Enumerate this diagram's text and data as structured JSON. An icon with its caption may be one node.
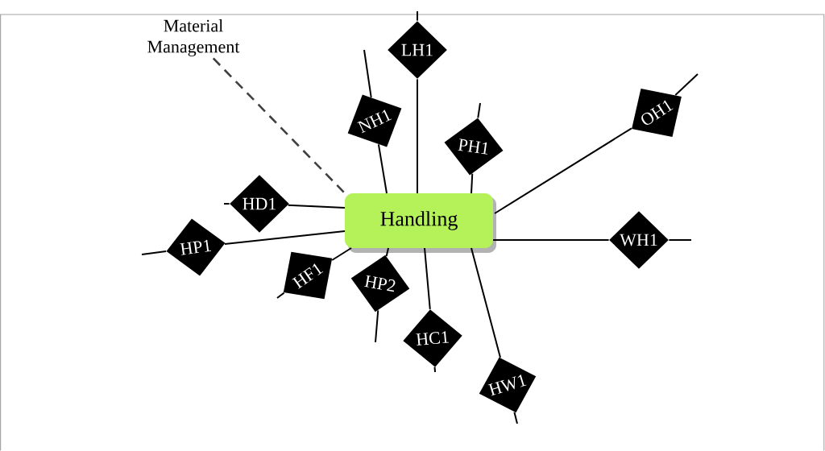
{
  "diagram": {
    "nodes": [
      {
        "text": [
          "Material Management"
        ]
      },
      {
        "text": [
          "LH1"
        ]
      },
      {
        "text": [
          "NH1"
        ]
      },
      {
        "text": [
          "OH1"
        ]
      },
      {
        "text": [
          "PH1"
        ]
      },
      {
        "text": [
          "HD1"
        ]
      },
      {
        "text": [
          "Handling"
        ]
      },
      {
        "text": [
          "WH1"
        ]
      },
      {
        "text": [
          "HP1"
        ]
      },
      {
        "text": [
          "HF1"
        ]
      },
      {
        "text": [
          "HP2"
        ]
      },
      {
        "text": [
          "HC1"
        ]
      },
      {
        "text": [
          "HW1"
        ]
      }
    ],
    "edges": [
      {
        "from": 0,
        "to": 6,
        "arrow": "none",
        "style": "dashed"
      },
      {
        "from": 1,
        "to": 6,
        "arrow": "none"
      },
      {
        "from": 2,
        "to": 6,
        "arrow": "none"
      },
      {
        "from": 3,
        "to": 6,
        "arrow": "none"
      },
      {
        "from": 4,
        "to": 6,
        "arrow": "none"
      },
      {
        "from": 5,
        "to": 6,
        "arrow": "none"
      },
      {
        "from": 7,
        "to": 6,
        "arrow": "none"
      },
      {
        "from": 8,
        "to": 6,
        "arrow": "none"
      },
      {
        "from": 9,
        "to": 6,
        "arrow": "none"
      },
      {
        "from": 10,
        "to": 6,
        "arrow": "none"
      },
      {
        "from": 11,
        "to": 6,
        "arrow": "none"
      },
      {
        "from": 12,
        "to": 6,
        "arrow": "none"
      }
    ]
  }
}
